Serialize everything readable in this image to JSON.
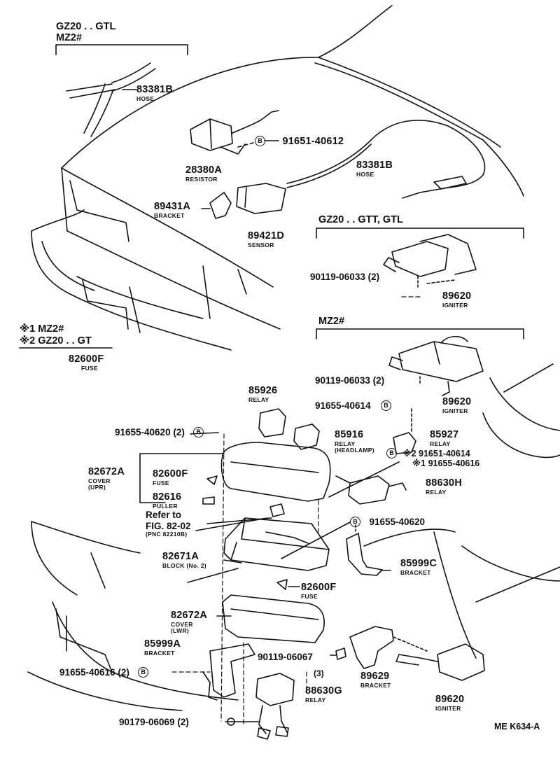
{
  "groups": {
    "gz20_gtl": "GZ20 . . GTL",
    "mz2_top": "MZ2#",
    "gz20_gtt_gtl": "GZ20 . . GTT, GTL",
    "mz2_mid": "MZ2#"
  },
  "legend": {
    "note1": "※1 MZ2#",
    "note2": "※2 GZ20 . . GT"
  },
  "circle_mark": "B",
  "parts": {
    "p83381b_a": {
      "number": "83381B",
      "name": "HOSE"
    },
    "p91651_40612": {
      "number": "91651-40612"
    },
    "p28380a": {
      "number": "28380A",
      "name": "RESISTOR"
    },
    "p83381b_b": {
      "number": "83381B",
      "name": "HOSE"
    },
    "p89431a": {
      "number": "89431A",
      "name": "BRACKET"
    },
    "p89421d": {
      "number": "89421D",
      "name": "SENSOR"
    },
    "p90119_a": {
      "number": "90119-06033 (2)"
    },
    "p89620_a": {
      "number": "89620",
      "name": "IGNITER"
    },
    "p90119_b": {
      "number": "90119-06033 (2)"
    },
    "p89620_b": {
      "number": "89620",
      "name": "IGNITER"
    },
    "p91655_40614": {
      "number": "91655-40614"
    },
    "p85927": {
      "number": "85927",
      "name": "RELAY"
    },
    "p91651_40614": {
      "number": "※2 91651-40614"
    },
    "p91655_40616_a": {
      "number": "※1 91655-40616"
    },
    "p88630h": {
      "number": "88630H",
      "name": "RELAY"
    },
    "p91655_40620_r": {
      "number": "91655-40620"
    },
    "p85999c": {
      "number": "85999C",
      "name": "BRACKET"
    },
    "p82600f_a": {
      "number": "82600F",
      "name": "FUSE"
    },
    "p85926": {
      "number": "85926",
      "name": "RELAY"
    },
    "p91655_40620_l": {
      "number": "91655-40620 (2)"
    },
    "p85916": {
      "number": "85916",
      "name": "RELAY",
      "name2": "(HEADLAMP)"
    },
    "p82672a_a": {
      "number": "82672A",
      "name": "COVER",
      "name2": "(UPR)"
    },
    "p82600f_b": {
      "number": "82600F",
      "name": "FUSE"
    },
    "p82616": {
      "number": "82616",
      "name": "PULLER"
    },
    "refer": {
      "line1": "Refer to",
      "line2": "FIG. 82-02",
      "line3": "(PNC 82210B)"
    },
    "p82671a": {
      "number": "82671A",
      "name": "BLOCK (No. 2)"
    },
    "p82600f_c": {
      "number": "82600F",
      "name": "FUSE"
    },
    "p82672a_b": {
      "number": "82672A",
      "name": "COVER",
      "name2": "(LWR)"
    },
    "p85999a": {
      "number": "85999A",
      "name": "BRACKET"
    },
    "p90119_06067": {
      "number": "90119-06067",
      "qty": "(3)"
    },
    "p91655_40616_b": {
      "number": "91655-40616 (2)"
    },
    "p88630g": {
      "number": "88630G",
      "name": "RELAY"
    },
    "p89629": {
      "number": "89629",
      "name": "BRACKET"
    },
    "p89620_c": {
      "number": "89620",
      "name": "IGNITER"
    },
    "p90179": {
      "number": "90179-06069 (2)"
    }
  },
  "diagram_code": "ME K634-A"
}
